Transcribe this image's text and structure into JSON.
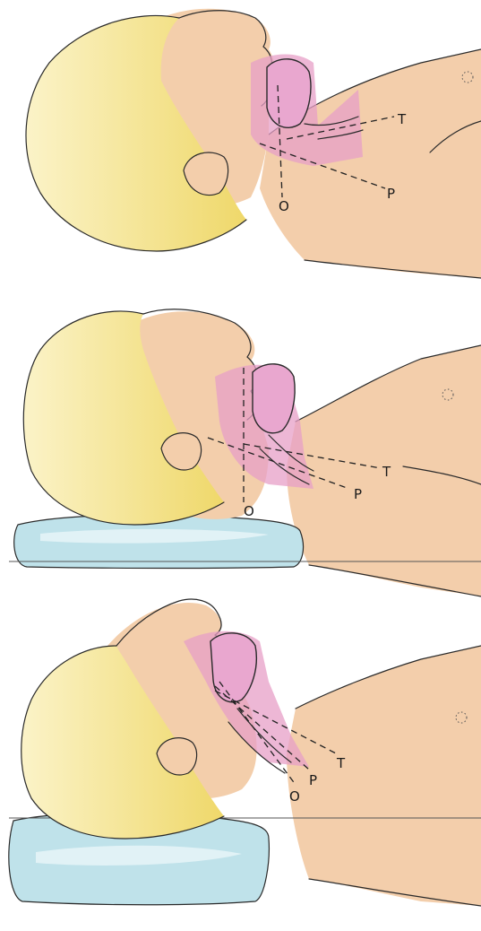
{
  "panels": [
    {
      "id": "panel-1",
      "labels": {
        "oral": "O",
        "pharyngeal": "P",
        "tracheal": "T"
      },
      "pillow": false
    },
    {
      "id": "panel-2",
      "labels": {
        "oral": "O",
        "pharyngeal": "P",
        "tracheal": "T"
      },
      "pillow": true
    },
    {
      "id": "panel-3",
      "labels": {
        "oral": "O",
        "pharyngeal": "P",
        "tracheal": "T"
      },
      "pillow": true
    }
  ],
  "colors": {
    "skin": "#f3ceab",
    "hair": "#f2e27a",
    "airway": "#e79fc7",
    "pillow": "#bfe2ea"
  }
}
